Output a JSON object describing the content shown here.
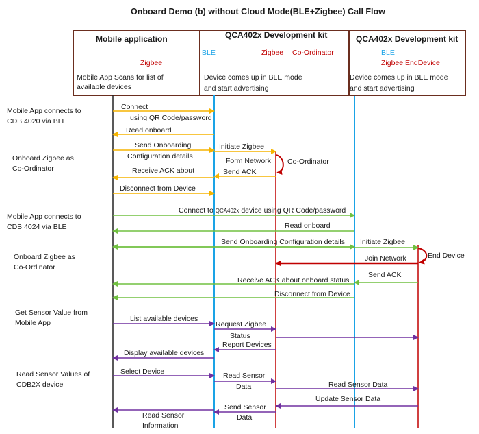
{
  "title": "Onboard Demo (b) without Cloud Mode(BLE+Zigbee) Call Flow",
  "lanes": {
    "mobile": {
      "header": "Mobile application",
      "tag": "Zigbee",
      "desc_l1": "Mobile App Scans for list of",
      "desc_l2": "available devices"
    },
    "coord": {
      "header": "QCA402x Development kit",
      "tag_ble": "BLE",
      "tag_zigbee": "Zigbee",
      "tag_role": "Co-Ordinator",
      "desc_l1": "Device comes up in BLE mode",
      "desc_l2": "and start advertising"
    },
    "end": {
      "header": "QCA402x Development kit",
      "tag_ble": "BLE",
      "tag_zigbee": "Zigbee EndDevice",
      "desc_l1": "Device comes up in BLE mode",
      "desc_l2": "and start advertising"
    }
  },
  "sections": [
    {
      "l1": "Mobile App connects to",
      "l2": "CDB 4020 via BLE"
    },
    {
      "l1": "Onboard Zigbee as",
      "l2": "Co-Ordinator"
    },
    {
      "l1": "Mobile App connects to",
      "l2": "CDB 4024 via BLE"
    },
    {
      "l1": "Onboard Zigbee as",
      "l2": "Co-Ordinator"
    },
    {
      "l1": "Get Sensor Value from",
      "l2": "Mobile App"
    },
    {
      "l1": "Read Sensor Values of",
      "l2": "CDB2X device"
    }
  ],
  "messages": {
    "connect": "Connect",
    "connect_qr": "using QR Code/password",
    "read_onboard_1": "Read onboard",
    "send_onboarding": "Send Onboarding",
    "config_details": "Configuration details",
    "initiate_zigbee_1": "Initiate Zigbee",
    "form_network": "Form Network",
    "coordinator": "Co-Ordinator",
    "send_ack_1": "Send ACK",
    "receive_ack_about": "Receive ACK about",
    "disconnect_device_1": "Disconnect from Device",
    "connect_to": "Connect to",
    "qca402x_small": "QCA402x",
    "device_using_qr": "device using QR Code/password",
    "read_onboard_2": "Read onboard",
    "send_onboarding_full": "Send Onboarding Configuration details",
    "initiate_zigbee_2": "Initiate Zigbee",
    "end_device": "End Device",
    "join_network": "Join Network",
    "send_ack_2": "Send ACK",
    "receive_ack_onboard_status": "Receive ACK about onboard status",
    "disconnect_device_2": "Disconnect from Device",
    "list_devices": "List available devices",
    "request_zigbee": "Request Zigbee",
    "status": "Status",
    "report_devices": "Report Devices",
    "display_devices": "Display available devices",
    "select_device": "Select  Device",
    "read_sensor": "Read Sensor",
    "data_1": "Data",
    "read_sensor_data": "Read Sensor Data",
    "update_sensor_data": "Update Sensor Data",
    "send_sensor": "Send Sensor",
    "data_2": "Data",
    "read_sensor_info_1": "Read Sensor",
    "read_sensor_info_2": "Information"
  },
  "colors": {
    "orange": "#f5b400",
    "green": "#70c040",
    "dark_red": "#c00000",
    "purple": "#7030a0",
    "blue_lifeline": "#1aa3e6",
    "black_lifeline": "#222222",
    "red_lifeline": "#c00000"
  }
}
